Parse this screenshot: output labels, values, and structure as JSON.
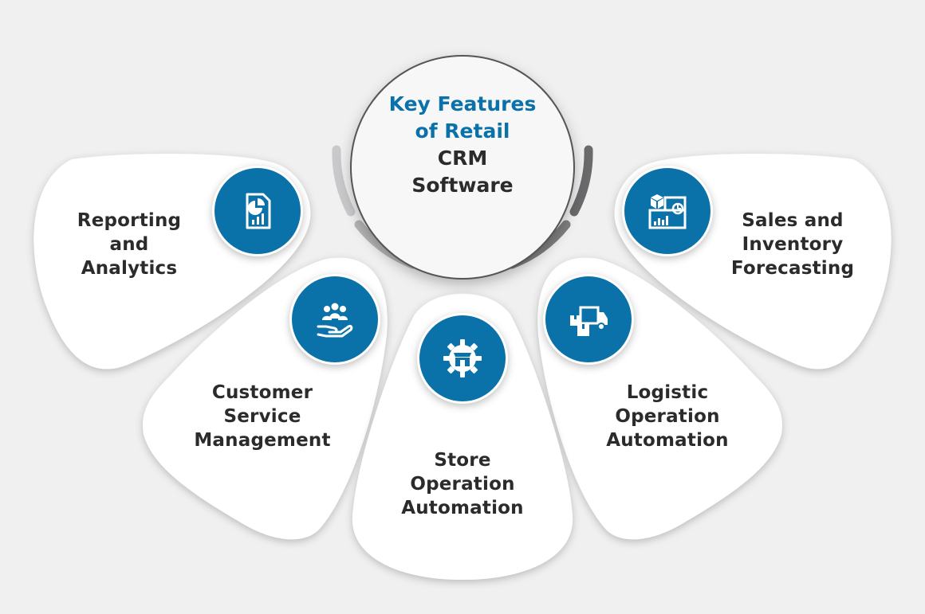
{
  "title": {
    "line1": "Key Features",
    "line2": "of Retail",
    "line3": "CRM",
    "line4": "Software"
  },
  "colors": {
    "accent": "#0b72a9",
    "background": "#f0f0f1",
    "card": "#ffffff",
    "text": "#2b2b2b"
  },
  "features": [
    {
      "id": "reporting",
      "icon": "report-chart-icon",
      "lines": [
        "Reporting",
        "and",
        "Analytics"
      ]
    },
    {
      "id": "customer",
      "icon": "hand-people-icon",
      "lines": [
        "Customer",
        "Service",
        "Management"
      ]
    },
    {
      "id": "store",
      "icon": "store-gear-icon",
      "lines": [
        "Store",
        "Operation",
        "Automation"
      ]
    },
    {
      "id": "logistic",
      "icon": "delivery-truck-icon",
      "lines": [
        "Logistic",
        "Operation",
        "Automation"
      ]
    },
    {
      "id": "sales",
      "icon": "inventory-chart-icon",
      "lines": [
        "Sales and",
        "Inventory",
        "Forecasting"
      ]
    }
  ]
}
